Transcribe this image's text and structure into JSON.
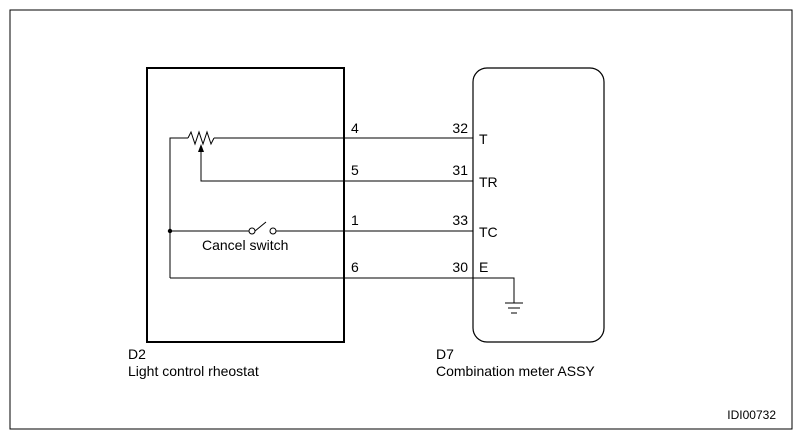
{
  "components": {
    "rheostat": {
      "id": "D2",
      "name": "Light control rheostat",
      "switch_label": "Cancel switch"
    },
    "meter": {
      "id": "D7",
      "name": "Combination meter ASSY"
    }
  },
  "wires": [
    {
      "from_pin": "4",
      "to_pin": "32",
      "terminal": "T"
    },
    {
      "from_pin": "5",
      "to_pin": "31",
      "terminal": "TR"
    },
    {
      "from_pin": "1",
      "to_pin": "33",
      "terminal": "TC"
    },
    {
      "from_pin": "6",
      "to_pin": "30",
      "terminal": "E"
    }
  ],
  "figure_id": "IDI00732",
  "colors": {
    "line": "#000000",
    "background": "#ffffff"
  }
}
